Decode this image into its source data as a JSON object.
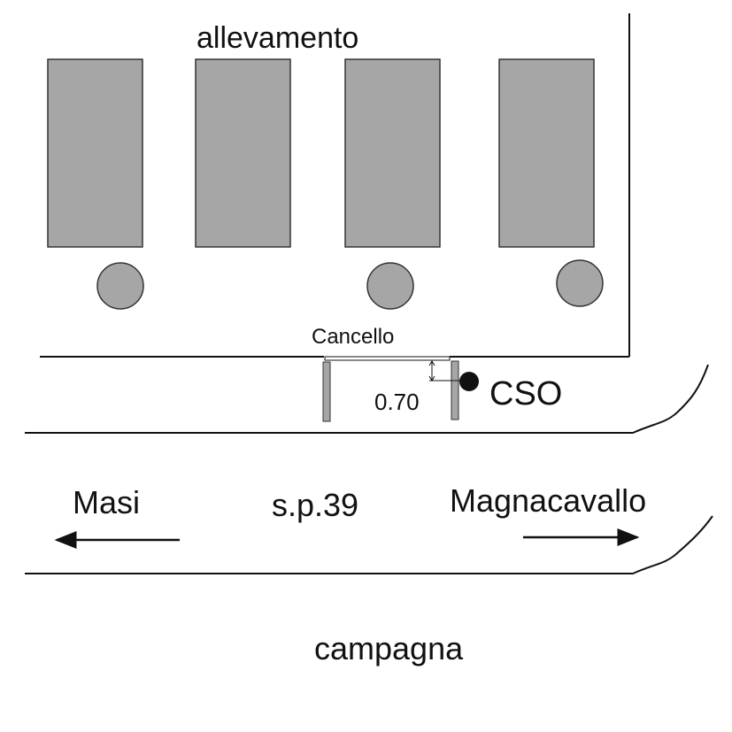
{
  "labels": {
    "farm": "allevamento",
    "gate": "Cancello",
    "distance": "0.70",
    "sampling_point": "CSO",
    "west_direction": "Masi",
    "road": "s.p.39",
    "east_direction": "Magnacavallo",
    "countryside": "campagna"
  },
  "colors": {
    "building_fill": "#a6a6a6",
    "line": "#111111"
  }
}
